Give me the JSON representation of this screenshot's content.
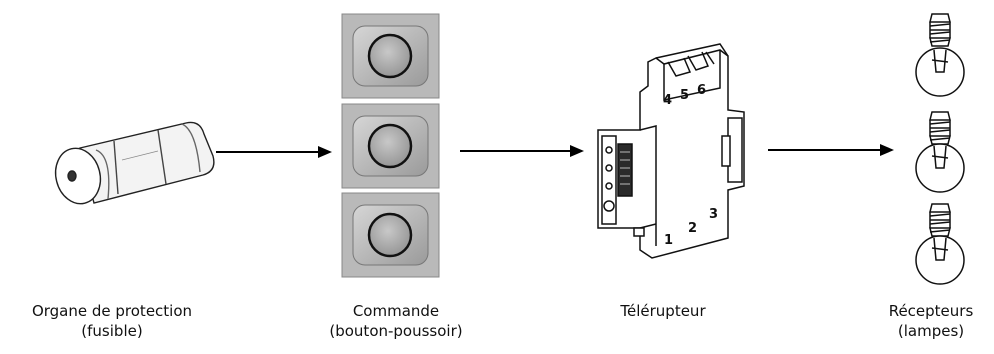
{
  "components": [
    {
      "key": "fuse",
      "line1": "Organe de protection",
      "line2": "(fusible)"
    },
    {
      "key": "command",
      "line1": "Commande",
      "line2": "(bouton-poussoir)"
    },
    {
      "key": "relay",
      "line1": "Télérupteur",
      "line2": ""
    },
    {
      "key": "receivers",
      "line1": "Récepteurs",
      "line2": "(lampes)"
    }
  ],
  "relay_labels": {
    "top": [
      "4",
      "5",
      "6"
    ],
    "bottom": [
      "1",
      "2",
      "3"
    ]
  },
  "flow": [
    "fuse",
    "command",
    "relay",
    "receivers"
  ]
}
